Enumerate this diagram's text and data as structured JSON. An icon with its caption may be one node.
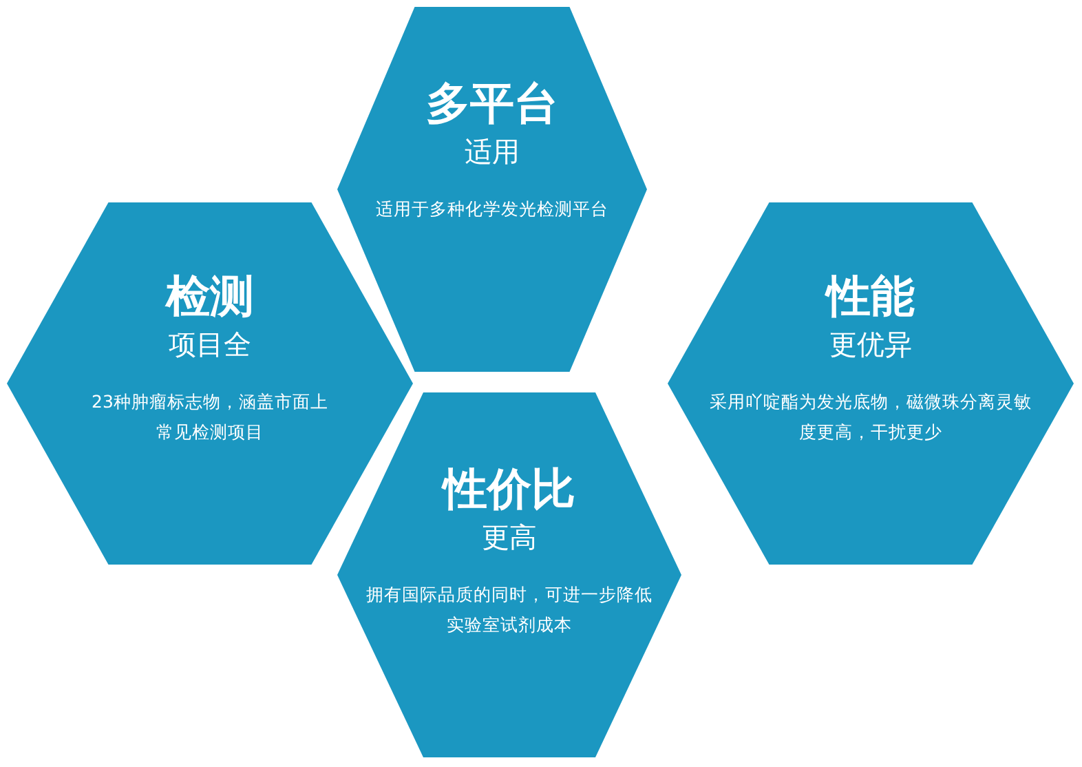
{
  "diagram": {
    "nodes": [
      {
        "text": [
          "多平台",
          "适用",
          "适用于多种化学发光检测平台"
        ]
      },
      {
        "text": [
          "检测",
          "项目全",
          "23种肿瘤标志物，涵盖市面上常见检测项目"
        ]
      },
      {
        "text": [
          "性能",
          "更优异",
          "采用吖啶酯为发光底物，磁微珠分离灵敏度更高，干扰更少"
        ]
      },
      {
        "text": [
          "性价比",
          "更高",
          "拥有国际品质的同时，可进一步降低实验室试剂成本"
        ]
      }
    ]
  }
}
